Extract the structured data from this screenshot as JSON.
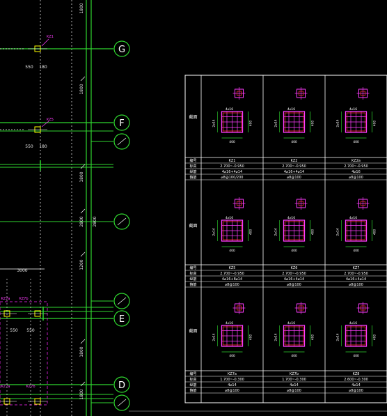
{
  "colors": {
    "background": "#000000",
    "green": "#2fd62f",
    "white": "#ffffff",
    "magenta": "#ff3cff",
    "magenta_dark": "#c01cc0",
    "red": "#ff3030",
    "yellow": "#ffff00",
    "cyan": "#00cccc",
    "dim_text": "#e8e8e8"
  },
  "grid_axes": [
    {
      "label": "G"
    },
    {
      "label": "F"
    },
    {
      "label": "E"
    },
    {
      "label": "D"
    }
  ],
  "vertical_dimensions": [
    "1800",
    "1800",
    "1800",
    "2800",
    "1200",
    "1800",
    "1800"
  ],
  "left_labels": [
    "550",
    "550",
    "3000",
    "550"
  ],
  "schedule": {
    "side_label": "截面",
    "row_labels": [
      "编号",
      "标高",
      "纵筋",
      "箍筋"
    ],
    "groups": [
      {
        "cells": [
          {
            "id": "KZ1",
            "elev": "2.700~-0.950",
            "main": "4⌀16+4⌀14",
            "stirrup": "⌀8@100/200"
          },
          {
            "id": "KZ2",
            "elev": "2.700~-0.950",
            "main": "4⌀16+4⌀14",
            "stirrup": "⌀8@100"
          },
          {
            "id": "KZ2a",
            "elev": "2.700~-0.950",
            "main": "4⌀16",
            "stirrup": "⌀8@100"
          }
        ]
      },
      {
        "cells": [
          {
            "id": "KZ5",
            "elev": "2.700~-0.950",
            "main": "4⌀16+8⌀14",
            "stirrup": "⌀8@100"
          },
          {
            "id": "KZ6",
            "elev": "2.700~-0.950",
            "main": "4⌀16+4⌀14",
            "stirrup": "⌀8@100"
          },
          {
            "id": "KZ7",
            "elev": "2.700~-0.950",
            "main": "4⌀16+4⌀14",
            "stirrup": "⌀8@100"
          }
        ]
      },
      {
        "cells": [
          {
            "id": "KZ7a",
            "elev": "1.700~-0.300",
            "main": "4⌀14",
            "stirrup": "⌀8@100"
          },
          {
            "id": "KZ7b",
            "elev": "1.700~-0.300",
            "main": "4⌀14",
            "stirrup": "⌀8@100"
          },
          {
            "id": "KZ8",
            "elev": "2.600~-0.300",
            "main": "4⌀14",
            "stirrup": "⌀8@100"
          }
        ]
      }
    ]
  }
}
